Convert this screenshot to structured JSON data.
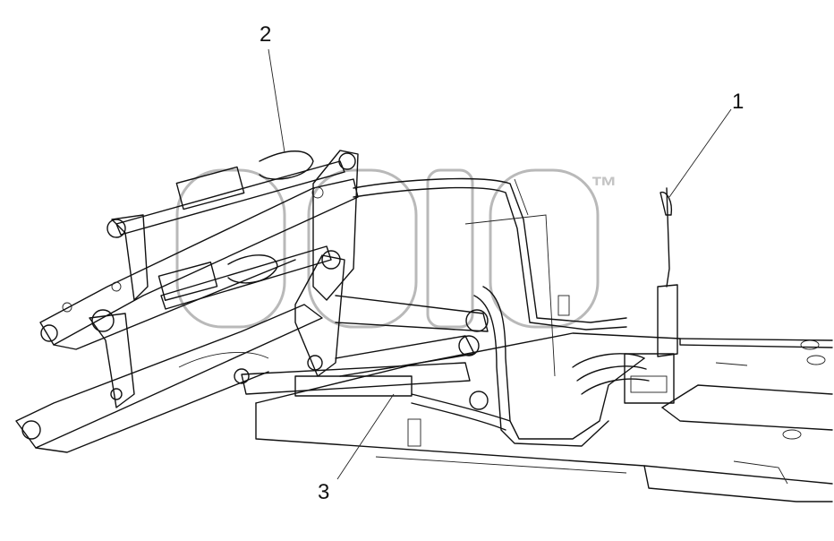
{
  "callouts": [
    {
      "label": "1"
    },
    {
      "label": "2"
    },
    {
      "label": "3"
    }
  ],
  "watermark": {
    "trademark": "™"
  },
  "colors": {
    "line": "#111111",
    "watermark": "#b9b9b9",
    "background": "#ffffff"
  }
}
